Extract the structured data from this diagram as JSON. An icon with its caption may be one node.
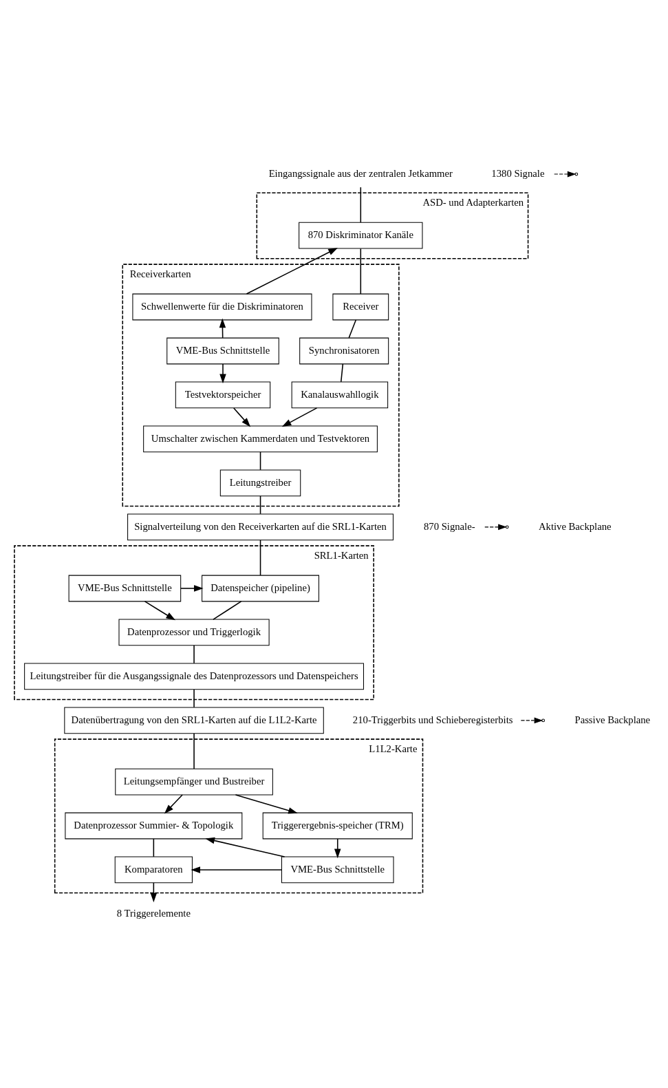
{
  "diagram": {
    "nodes": [
      {
        "text": [
          "Eingangssignale aus der zentralen Jetkammer"
        ]
      },
      {
        "text": [
          "ASD- und Adapterkarten"
        ]
      },
      {
        "text": [
          "870 Diskriminator Kanäle"
        ],
        "in": 1
      },
      {
        "text": [
          "Receiverkarten"
        ]
      },
      {
        "text": [
          "Receiver"
        ],
        "in": 3
      },
      {
        "text": [
          "Schwellenwerte für die Diskriminatoren"
        ],
        "in": 3
      },
      {
        "text": [
          "VME-Bus Schnittstelle"
        ],
        "in": 3
      },
      {
        "text": [
          "Synchronisatoren"
        ],
        "in": 3
      },
      {
        "text": [
          "Testvektorspeicher"
        ],
        "in": 3
      },
      {
        "text": [
          "Kanalauswahllogik"
        ],
        "in": 3
      },
      {
        "text": [
          "Umschalter zwischen Kammerdaten und Testvektoren"
        ],
        "in": 3
      },
      {
        "text": [
          "Leitungstreiber"
        ],
        "in": 3
      },
      {
        "text": [
          "870 Signale-"
        ]
      },
      {
        "text": [
          "Signalverteilung von den Receiverkarten auf die SRL1-Karten"
        ]
      },
      {
        "text": [
          "1380 Signale"
        ]
      },
      {
        "text": [
          "SRL1-Karten"
        ]
      },
      {
        "text": [
          "Datenspeicher (pipeline)"
        ],
        "in": 15
      },
      {
        "text": [
          "VME-Bus Schnittstelle"
        ],
        "in": 15
      },
      {
        "text": [
          "Datenprozessor und Triggerlogik"
        ],
        "in": 15
      },
      {
        "text": [
          "Leitungstreiber für die Ausgangssignale des Datenprozessors und Datenspeichers"
        ],
        "in": 15
      },
      {
        "text": [
          "Datenübertragung von den SRL1-Karten auf die L1L2-Karte"
        ]
      },
      {
        "text": [
          "210-Triggerbits und Schieberegisterbits"
        ]
      },
      {
        "text": [
          "L1L2-Karte"
        ]
      },
      {
        "text": [
          "Leitungsempfänger und Bustreiber"
        ],
        "in": 22
      },
      {
        "text": [
          "Datenprozessor Summier- & Topologik"
        ],
        "in": 22
      },
      {
        "text": [
          "Triggerergebnis-speicher (TRM)"
        ],
        "in": 22
      },
      {
        "text": [
          "Komparatoren"
        ],
        "in": 22
      },
      {
        "text": [
          "VME-Bus Schnittstelle"
        ],
        "in": 22
      },
      {
        "text": [
          "8 Triggerelemente"
        ]
      }
    ],
    "edges": [
      {
        "from": 0,
        "to": 2,
        "arrow": "none"
      },
      {
        "from": 5,
        "to": 2,
        "arrow": "to"
      },
      {
        "from": 2,
        "to": 4,
        "arrow": "none"
      },
      {
        "from": 6,
        "to": 5,
        "arrow": "to"
      },
      {
        "from": 6,
        "to": 8,
        "arrow": "to"
      },
      {
        "from": 4,
        "to": 7,
        "arrow": "none"
      },
      {
        "from": 7,
        "to": 9,
        "arrow": "none"
      },
      {
        "from": 9,
        "to": 10,
        "arrow": "to"
      },
      {
        "from": 8,
        "to": 10,
        "arrow": "to"
      },
      {
        "from": 10,
        "to": 11,
        "arrow": "none"
      },
      {
        "from": 11,
        "to": 13,
        "arrow": "none"
      },
      {
        "from": 12,
        "to": null,
        "arrow": "to",
        "style": "dashed"
      },
      {
        "from": 13,
        "to": 16,
        "arrow": "none"
      },
      {
        "from": 14,
        "to": null,
        "arrow": "to",
        "style": "dashed"
      },
      {
        "from": 17,
        "to": 16,
        "arrow": "to"
      },
      {
        "from": 17,
        "to": 18,
        "arrow": "to"
      },
      {
        "from": 16,
        "to": 18,
        "arrow": "none"
      },
      {
        "from": 18,
        "to": 19,
        "arrow": "none"
      },
      {
        "from": 19,
        "to": 20,
        "arrow": "none"
      },
      {
        "from": 20,
        "to": 23,
        "arrow": "none"
      },
      {
        "from": 21,
        "to": null,
        "arrow": "to",
        "style": "dashed"
      },
      {
        "from": 23,
        "to": 24,
        "arrow": "to"
      },
      {
        "from": 23,
        "to": 25,
        "arrow": "to"
      },
      {
        "from": 25,
        "to": 27,
        "arrow": "to"
      },
      {
        "from": 27,
        "to": 24,
        "arrow": "to"
      },
      {
        "from": 27,
        "to": 26,
        "arrow": "to"
      },
      {
        "from": 24,
        "to": 26,
        "arrow": "none"
      },
      {
        "from": 26,
        "to": 28,
        "arrow": "to"
      }
    ],
    "labels": [
      "Aktive Backplane",
      "Passive Backplane"
    ]
  }
}
